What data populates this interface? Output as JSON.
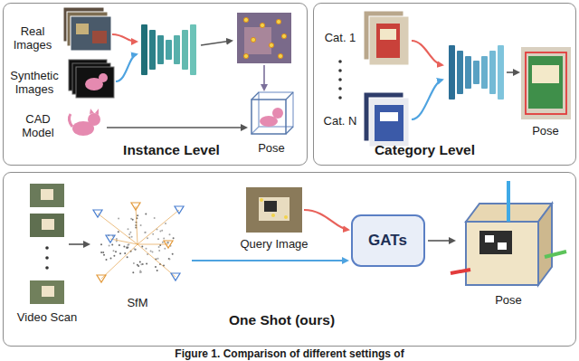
{
  "diagram": {
    "caption": "Figure 1. Comparison of different settings of",
    "nodes": [
      {
        "text": [
          "Instance Level"
        ]
      },
      {
        "text": [
          "Category Level"
        ]
      },
      {
        "text": [
          "One Shot (ours)"
        ]
      },
      {
        "text": [
          "GATs"
        ],
        "in": 2
      }
    ],
    "labels": [
      "Real Images",
      "Synthetic Images",
      "CAD Model",
      "Pose",
      "Cat. 1",
      "Cat. N",
      "Pose",
      "Video Scan",
      "SfM",
      "Query Image",
      "Pose"
    ]
  }
}
